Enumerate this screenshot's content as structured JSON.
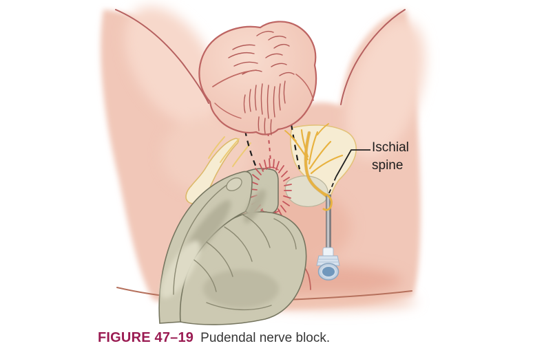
{
  "figure": {
    "label": "FIGURE 47–19",
    "caption": "Pudendal nerve block."
  },
  "annotations": [
    {
      "text": "Ischial spine"
    }
  ],
  "colors": {
    "caption_label": "#9a1b52",
    "caption_text": "#363636",
    "annotation_text": "#1c1c1c",
    "skin": "#f1c7b8",
    "skin_outline": "#b5605f",
    "skin_crease": "#b5705c",
    "scrotum_outline": "#bd6462",
    "wrinkle": "#b25a57",
    "anus_dashes": "#c4565c",
    "bone_fill": "#f6ecd2",
    "bone_outline": "#dcb96a",
    "ligament_fill": "#e2decb",
    "nerve": "#e8b23f",
    "nerve_pale": "#ecca74",
    "glove_fill": "#ccc9b2",
    "glove_outline": "#75755f",
    "needle_shaft": "#8a8b8f",
    "needle_hub": "#d7e2ee",
    "needle_hub_ring": "#7097bc",
    "dashed_landmark": "#1d1d1d",
    "raphe_dashes": "#c05057"
  }
}
